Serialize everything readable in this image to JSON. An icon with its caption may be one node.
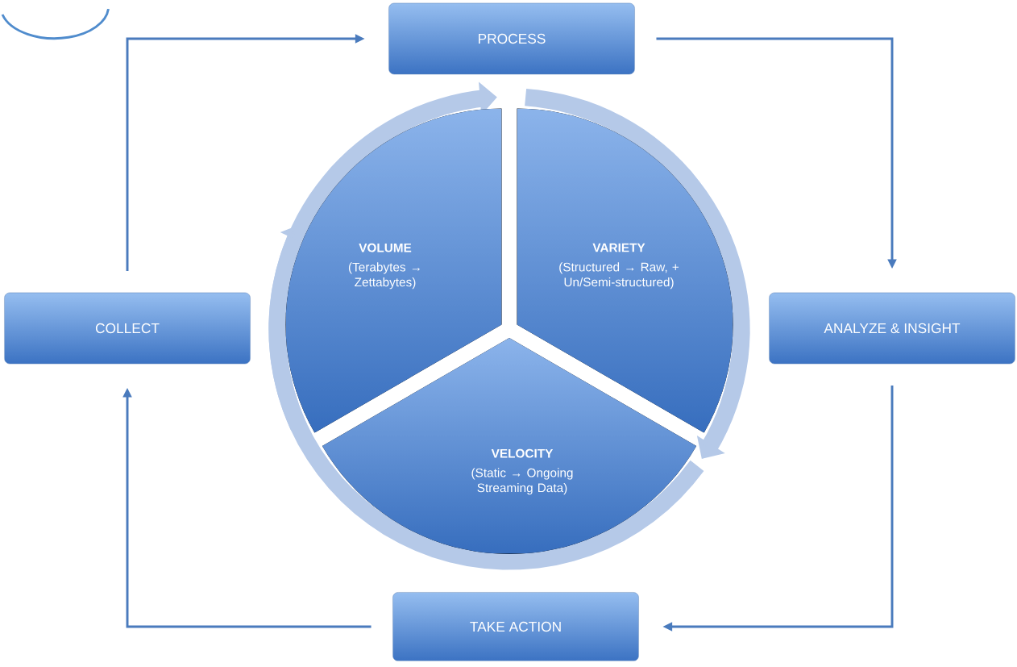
{
  "diagram": {
    "nodes": [
      {
        "text": [
          "PROCESS"
        ]
      },
      {
        "text": [
          "ANALYZE & INSIGHT"
        ]
      },
      {
        "text": [
          "TAKE ACTION"
        ]
      },
      {
        "text": [
          "COLLECT"
        ]
      },
      {
        "text": [
          "VOLUME",
          "(Terabytes → Zettabytes)"
        ]
      },
      {
        "text": [
          "VARIETY",
          "(Structured → Raw, + Un/Semi-structured)"
        ]
      },
      {
        "text": [
          "VELOCITY",
          "(Static → Ongoing Streaming Data)"
        ]
      }
    ],
    "edges": [
      {
        "from": 3,
        "to": 0,
        "arrow": "to"
      },
      {
        "from": 0,
        "to": 1,
        "arrow": "to"
      },
      {
        "from": 1,
        "to": 2,
        "arrow": "to"
      },
      {
        "from": 2,
        "to": 3,
        "arrow": "to"
      }
    ]
  }
}
